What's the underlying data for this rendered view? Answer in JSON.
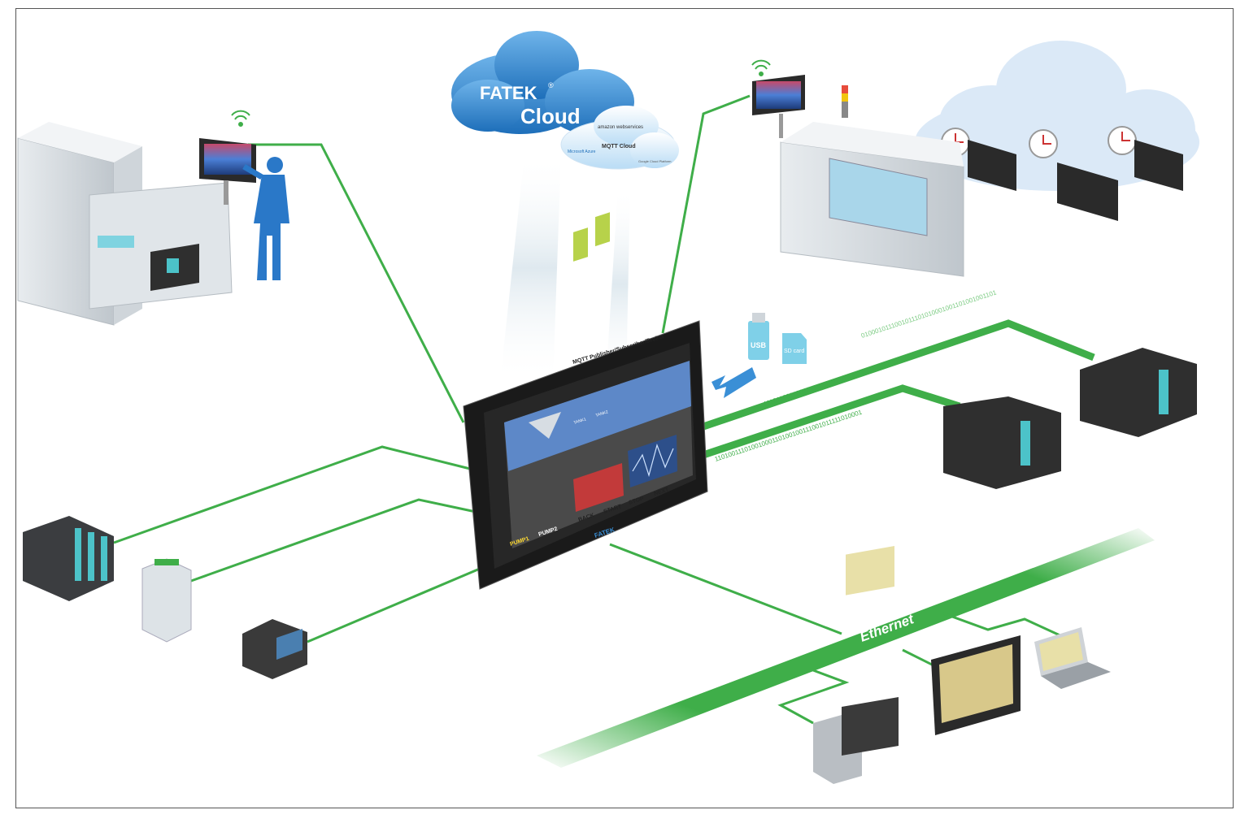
{
  "cloud": {
    "brand": "FATEK",
    "brand_mark": "®",
    "product": "Cloud",
    "services": [
      "amazon webservices",
      "MQTT Cloud",
      "Microsoft Azure",
      "Google Cloud Platform"
    ]
  },
  "hmi": {
    "header": "MQTT Publisher/Subscriber/Broker",
    "brand": "FATEK",
    "screen": {
      "tank_labels": [
        "TANK1",
        "TANK2"
      ],
      "pump_labels": [
        "PUMP1",
        "PUMP2"
      ],
      "buttons": [
        "BACK",
        "START",
        "STOP",
        "NEXT"
      ]
    }
  },
  "storage": {
    "usb_label": "USB",
    "sd_label": "SD card"
  },
  "network": {
    "ethernet_label": "Ethernet",
    "binary_stream_1": "1110110011001011100011110110100111010011110001",
    "binary_stream_2": "11010011101001000110100100111001011111010001",
    "binary_stream_3": "0100010111001011101010001001101001001101"
  },
  "colors": {
    "link_green": "#3fae49",
    "cloud_blue": "#1e6fba",
    "frame": "#555555"
  }
}
